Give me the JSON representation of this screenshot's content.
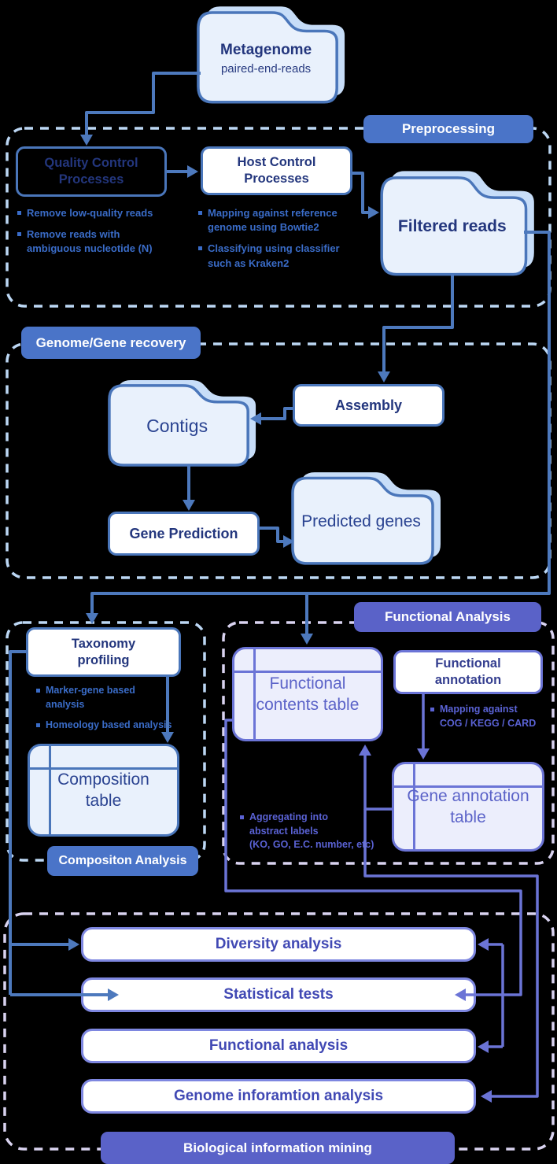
{
  "colors": {
    "background": "#000000",
    "navy_text": "#23367d",
    "blue_border": "#4a76ba",
    "steel_arrow": "#4d79bd",
    "folder_fill": "#e9f1fc",
    "folder_shadow": "#c7ddf8",
    "pill_blue": "#4a74c8",
    "pill_purple": "#5a62c8",
    "purple_border": "#6b74d6",
    "purple_table_text": "#5b63c8",
    "lavender_fill": "#eceefc",
    "bullet_blue": "#3a6cc8",
    "bullet_purple": "#5a62d4",
    "dash_blue": "#bcd7f4",
    "dash_lavender": "#d9d3f0",
    "bottom_box_border": "#7e87e0",
    "bottom_box_text": "#4149b4"
  },
  "icons": {
    "folder": "folder-shape",
    "bullet": "square",
    "arrow": "triangle-arrowhead"
  },
  "metagenome": {
    "title": "Metagenome",
    "subtitle": "paired-end-reads"
  },
  "preprocessing": {
    "label": "Preprocessing",
    "qc_title": "Quality Control\nProcesses",
    "qc_bullets": [
      "Remove low-quality reads",
      "Remove reads with\nambiguous nucleotide (N)"
    ],
    "host_title": "Host Control\nProcesses",
    "host_bullets": [
      "Mapping against reference\ngenome using Bowtie2",
      "Classifying using classifier\nsuch as Kraken2"
    ],
    "filtered_title": "Filtered reads"
  },
  "recovery": {
    "label": "Genome/Gene recovery",
    "assembly": "Assembly",
    "contigs": "Contigs",
    "gene_prediction": "Gene Prediction",
    "predicted_genes": "Predicted genes"
  },
  "composition": {
    "label": "Compositon Analysis",
    "taxonomy_title": "Taxonomy\nprofiling",
    "bullets": [
      "Marker-gene based\nanalysis",
      "Homeology based analysis"
    ],
    "table_label": "Composition\ntable"
  },
  "functional": {
    "label": "Functional Analysis",
    "contents_table": "Functional\ncontents table",
    "annotation_title": "Functional\nannotation",
    "annotation_bullets": [
      "Mapping against\nCOG / KEGG / CARD"
    ],
    "aggregating_bullets": [
      "Aggregating into\nabstract labels\n(KO, GO, E.C. number, etc)"
    ],
    "gene_table": "Gene annotation\ntable"
  },
  "mining": {
    "label": "Biological information mining",
    "boxes": [
      "Diversity analysis",
      "Statistical tests",
      "Functional analysis",
      "Genome inforamtion analysis"
    ]
  }
}
